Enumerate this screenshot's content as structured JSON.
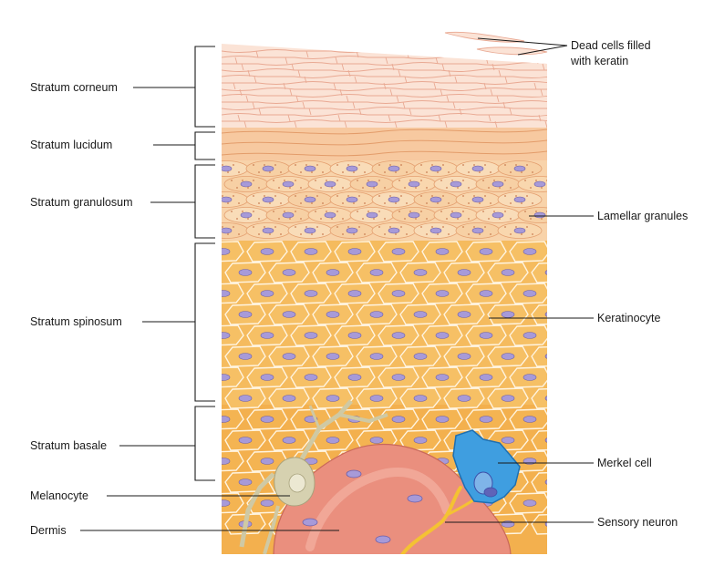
{
  "diagram": {
    "layers": {
      "corneum": "Stratum corneum",
      "lucidum": "Stratum lucidum",
      "granulosum": "Stratum granulosum",
      "spinosum": "Stratum spinosum",
      "basale": "Stratum basale"
    },
    "cells": {
      "melanocyte": "Melanocyte",
      "dermis": "Dermis"
    },
    "annotations": {
      "dead_cells_line1": "Dead cells filled",
      "dead_cells_line2": "with keratin",
      "lamellar": "Lamellar granules",
      "keratinocyte": "Keratinocyte",
      "merkel": "Merkel cell",
      "sensory": "Sensory neuron"
    },
    "colors": {
      "corneum": "#fbe3d6",
      "granulosum": "#f8cfa2",
      "spinosum": "#f6b758",
      "dermis": "#ea8f7e",
      "merkel": "#3f9ee0",
      "melanocyte": "#d6d1b0",
      "nucleus": "#a79ad8",
      "neuron": "#f4c233"
    }
  }
}
